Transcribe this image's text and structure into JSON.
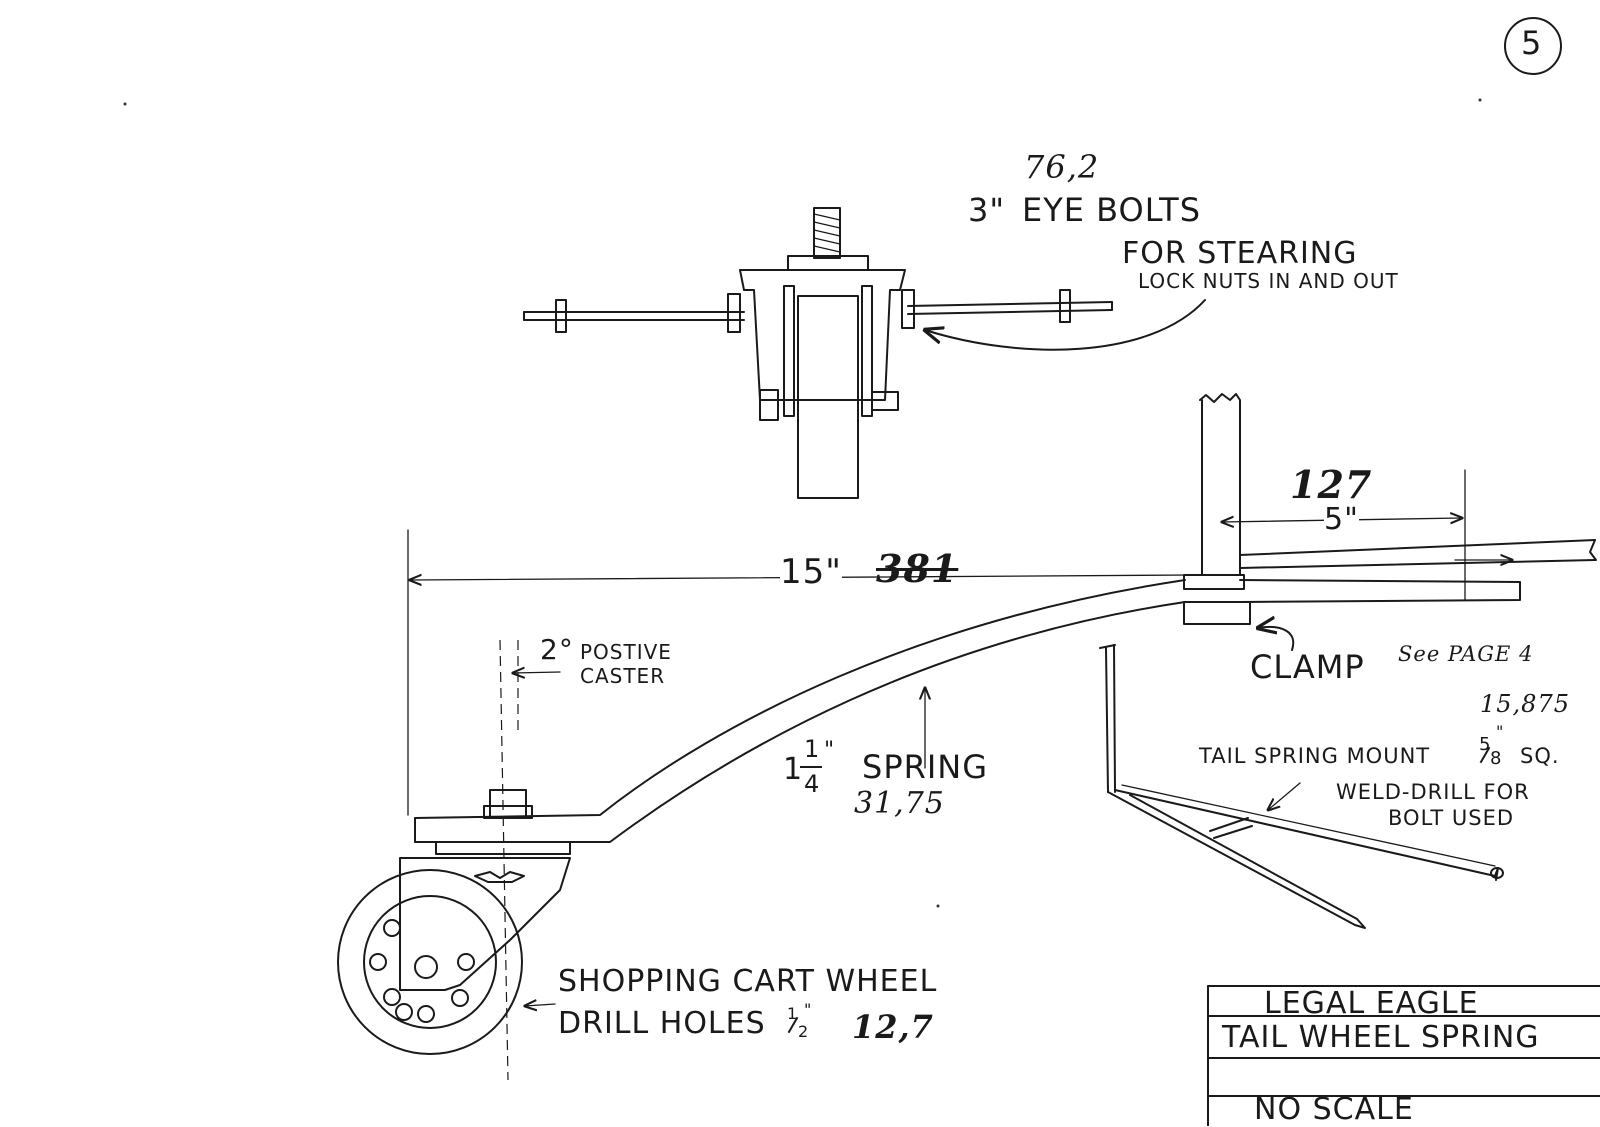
{
  "page_number": "5",
  "eye_bolts": {
    "metric": "76,2",
    "size": "3\"",
    "label": "EYE BOLTS"
  },
  "steering": {
    "line1": "FOR STEARING",
    "line2": "LOCK NUTS IN AND OUT"
  },
  "dim_top": {
    "metric": "127",
    "imperial": "5\""
  },
  "dim_main": {
    "imperial": "15\"",
    "metric": "381"
  },
  "caster": {
    "deg": "2°",
    "line1": "POSTIVE",
    "line2": "CASTER"
  },
  "clamp": {
    "label": "CLAMP",
    "note": "See PAGE 4"
  },
  "spring": {
    "whole": "1",
    "num": "1",
    "den": "4",
    "unit": "\"",
    "label": "SPRING",
    "metric": "31,75"
  },
  "mount": {
    "metric": "15,875",
    "label": "TAIL SPRING MOUNT",
    "size_num": "5",
    "size_den": "8",
    "unit": "\"",
    "size_suffix": "SQ.",
    "weld_line1": "WELD-DRILL FOR",
    "weld_line2": "BOLT USED"
  },
  "wheel": {
    "line1": "SHOPPING CART WHEEL",
    "line2_prefix": "DRILL HOLES",
    "frac_num": "1",
    "frac_den": "2",
    "unit": "\"",
    "metric": "12,7"
  },
  "title_block": {
    "project": "LEGAL EAGLE",
    "drawing": "TAIL WHEEL SPRING",
    "scale": "NO SCALE"
  }
}
